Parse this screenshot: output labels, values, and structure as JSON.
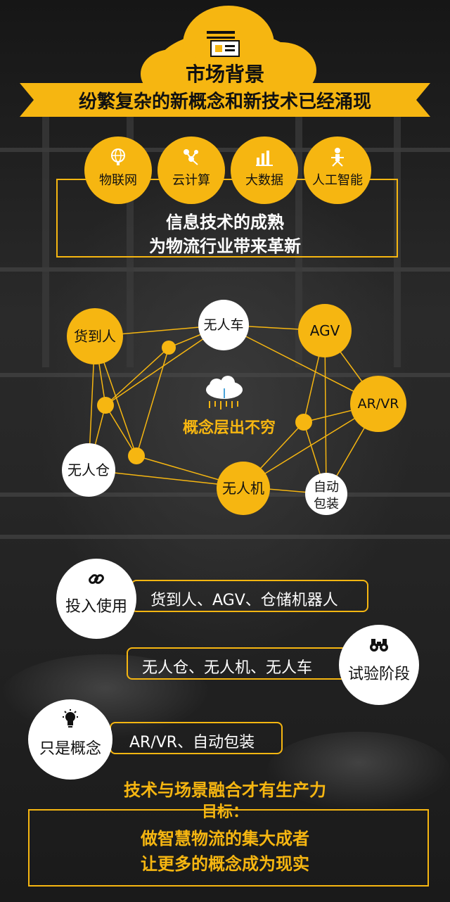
{
  "header": {
    "title": "市场背景",
    "subtitle": "纷繁复杂的新概念和新技术已经涌现"
  },
  "technologies": [
    "物联网",
    "云计算",
    "大数据",
    "人工智能"
  ],
  "tech_icons": [
    "globe-icon",
    "cloud-compute-icon",
    "bar-chart-icon",
    "robot-figure-icon"
  ],
  "info": {
    "line1": "信息技术的成熟",
    "line2": "为物流行业带来革新"
  },
  "network": {
    "nodes": {
      "goods_to_person": "货到人",
      "driverless_car": "无人车",
      "agv": "AGV",
      "ar_vr": "AR/VR",
      "unmanned_warehouse": "无人仓",
      "drone": "无人机",
      "auto_pack_line1": "自动",
      "auto_pack_line2": "包装"
    },
    "center_label": "概念层出不穷"
  },
  "stages": {
    "in_use": {
      "label": "投入使用",
      "items": "货到人、AGV、仓储机器人"
    },
    "testing": {
      "label": "试验阶段",
      "items": "无人仓、无人机、无人车"
    },
    "concept": {
      "label": "只是概念",
      "items": "AR/VR、自动包装"
    }
  },
  "footer": {
    "title": "技术与场景融合才有生产力",
    "goal_label": "目标：",
    "line1": "做智慧物流的集大成者",
    "line2": "让更多的概念成为现实"
  },
  "colors": {
    "accent": "#f6b611",
    "dark": "#111111",
    "light": "#ffffff"
  }
}
